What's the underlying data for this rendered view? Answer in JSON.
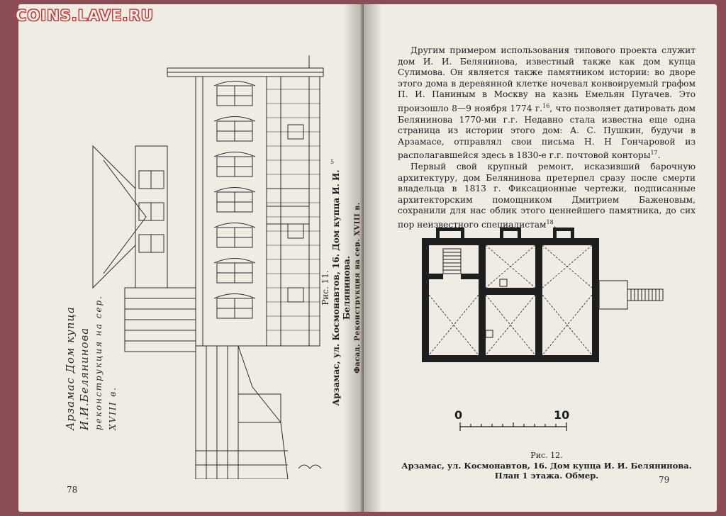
{
  "watermark": "COINS.LAVE.RU",
  "left_page": {
    "page_number": "78",
    "figure_caption": {
      "number": "Рис. 11.",
      "line1": "Арзамас, ул. Космонавтов, 16. Дом купца И. И. Белянинова.",
      "line2": "Фасад. Реконструкция на сер. XVIII в."
    },
    "handwriting": {
      "line1": "Арзамас   Дом купца  И.И.Белянинова",
      "line2": "реконструкция  на  сер. XVIII в."
    },
    "scale_label": "5"
  },
  "right_page": {
    "page_number": "79",
    "paragraphs": [
      {
        "text": "Другим примером использования типового проекта служит дом И. И. Белянинова, известный также как дом купца Сулимова. Он является также памятником истории: во дворе этого дома в деревянной клетке ночевал конвоируемый графом П. И. Паниным в Москву на казнь Емельян Пугачев. Это произошло 8—9 ноября 1774 г.",
        "sup1": "16",
        "text2": ", что позволяет датировать дом Белянинова 1770-ми г.г. Недавно стала известна еще одна страница из истории этого дом: А. С. Пушкин, будучи в Арзамасе, отправлял свои письма Н. Н Гончаровой из располагавшейся здесь в 1830-е г.г. почтовой конторы",
        "sup2": "17",
        "end": "."
      },
      {
        "text": "Первый свой крупный ремонт, исказивший барочную архитектуру, дом Белянинова претерпел сразу после смерти владельца в 1813 г. Фиксационные чертежи, подписанные архитекторским помощником Дмитрием Баженовым, сохранили для нас облик этого ценнейшего памятника, до сих пор неизвестного специалистам",
        "sup1": "18",
        "end": "."
      }
    ],
    "scale": {
      "start": "0",
      "end": "10"
    },
    "figure_caption": {
      "number": "Рис. 12.",
      "line1": "Арзамас, ул. Космонавтов, 16. Дом купца И. И. Белянинова.",
      "line2": "План 1 этажа. Обмер."
    }
  },
  "colors": {
    "paper": "#efece4",
    "ink": "#1d1d1d",
    "watermark": "#b7222a",
    "background": "#8a4c55"
  }
}
